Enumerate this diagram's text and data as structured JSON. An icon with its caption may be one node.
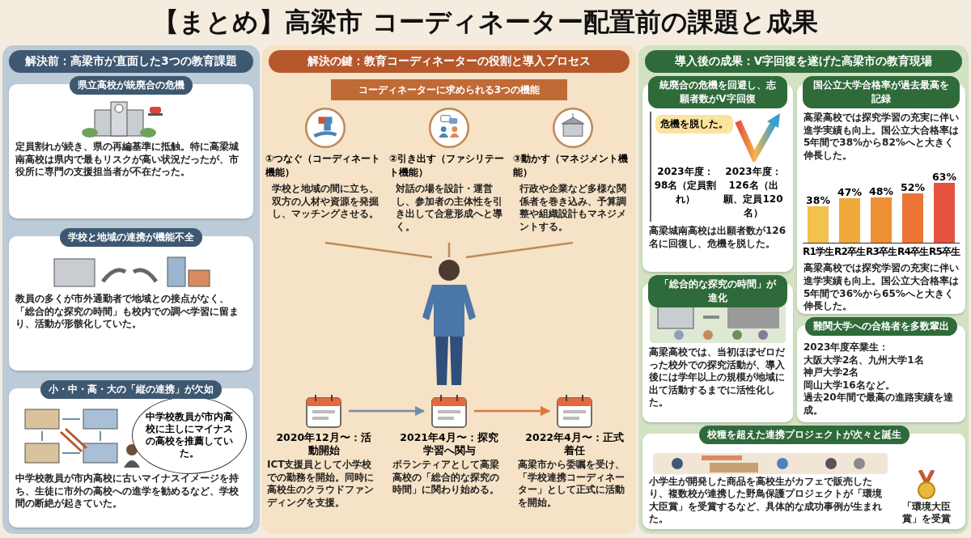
{
  "diagram": {
    "title": "【まとめ】高梁市 コーディネーター配置前の課題と成果",
    "nodes": [
      {
        "text": [
          "解決前：高梁市が直面した3つの教育課題"
        ]
      },
      {
        "text": [
          "県立高校が統廃合の危機",
          "定員割れが続き、県の再編基準に抵触。特に高梁城南高校は県内で最もリスクが高い状況だったが、市役所に専門の支援担当者が不在だった。"
        ],
        "in": 0
      },
      {
        "text": [
          "学校と地域の連携が機能不全",
          "教員の多くが市外通勤者で地域との接点がなく、「総合的な探究の時間」も校内での調べ学習に留まり、活動が形骸化していた。"
        ],
        "in": 0
      },
      {
        "text": [
          "小・中・高・大の「縦の連携」が欠如",
          "中学校教員が市内高校に古いマイナスイメージを持ち、生徒に市外の高校への進学を勧めるなど、学校間の断絶が起きていた。"
        ],
        "in": 0
      },
      {
        "text": [
          "中学校教員が市内高校に主しにマイナスの高校を推薦していた。"
        ],
        "in": 3
      },
      {
        "text": [
          "解決の鍵：教育コーディネーターの役割と導入プロセス"
        ]
      },
      {
        "text": [
          "コーディネーターに求められる3つの機能"
        ],
        "in": 5
      },
      {
        "text": [
          "①つなぐ（コーディネート機能）",
          "学校と地域の間に立ち、双方の人材や資源を発掘し、マッチングさせる。"
        ],
        "in": 5
      },
      {
        "text": [
          "②引き出す（ファシリテート機能）",
          "対話の場を設計・運営し、参加者の主体性を引き出して合意形成へと導く。"
        ],
        "in": 5
      },
      {
        "text": [
          "③動かす（マネジメント機能）",
          "行政や企業など多様な関係者を巻き込み、予算調整や組織設計もマネジメントする。"
        ],
        "in": 5
      },
      {
        "text": [],
        "shape": "person",
        "in": 5
      },
      {
        "text": [
          "2020年12月〜：活動開始",
          "ICT支援員として小学校での勤務を開始。同時に高校生のクラウドファンディングを支援。"
        ],
        "in": 5
      },
      {
        "text": [
          "2021年4月〜：探究学習へ関与",
          "ボランティアとして高梁高校の「総合的な探究の時間」に関わり始める。"
        ],
        "in": 5
      },
      {
        "text": [
          "2022年4月〜：正式着任",
          "高梁市から委嘱を受け、「学校連携コーディネーター」として正式に活動を開始。"
        ],
        "in": 5
      },
      {
        "text": [
          "導入後の成果：V字回復を遂げた高梁市の教育現場"
        ]
      },
      {
        "text": [
          "統廃合の危機を回避し、志願者数がV字回復",
          "危機を脱した。",
          "2023年度：98名（定員割れ）",
          "2023年度：126名（出願、定員120名）",
          "高梁城南高校は出願者数が126名に回復し、危機を脱した。"
        ],
        "in": 14
      },
      {
        "text": [
          "国公立大学合格率が過去最高を記録",
          "高梁高校では探究学習の充実に伴い進学実績も向上。国公立大合格率は5年間で38%から82%へと大きく伸長した。",
          "高梁高校では探究学習の充実に伴い進学実績も向上。国公立大合格率は5年間で36%から65%へと大きく伸長した。"
        ],
        "in": 14
      },
      {
        "text": [
          "「総合的な探究の時間」が進化",
          "高梁高校では、当初ほぼゼロだった校外での探究活動が、導入後には学年以上の規模が地域に出て活動するまでに活性化した。"
        ],
        "in": 14
      },
      {
        "text": [
          "難関大学への合格者を多数輩出",
          "2023年度卒業生：",
          "大阪大学2名、九州大学1名",
          "神戸大学2名",
          "岡山大学16名など。",
          "過去20年間で最高の進路実績を達成。"
        ],
        "in": 14
      },
      {
        "text": [
          "校種を超えた連携プロジェクトが次々と誕生",
          "小学生が開発した商品を高校生がカフェで販売したり、複数校が連携した野鳥保護プロジェクトが「環境大臣賞」を受賞するなど、具体的な成功事例が生まれた。",
          "「環境大臣賞」を受賞"
        ],
        "in": 14
      }
    ],
    "edges": [
      {
        "from": 7,
        "to": 10,
        "arrow": "none"
      },
      {
        "from": 8,
        "to": 10,
        "arrow": "none"
      },
      {
        "from": 9,
        "to": 10,
        "arrow": "none"
      },
      {
        "from": 11,
        "to": 12,
        "arrow": "to",
        "color": "#6f8fa8"
      },
      {
        "from": 12,
        "to": 13,
        "arrow": "to",
        "color": "#d9773a"
      }
    ],
    "chart_data": {
      "type": "bar",
      "categories": [
        "R1学生",
        "R2卒生",
        "R3卒生",
        "R4卒生",
        "R5卒生"
      ],
      "values": [
        38,
        47,
        48,
        52,
        63
      ],
      "value_labels": [
        "38%",
        "47%",
        "48%",
        "52%",
        "63%"
      ]
    }
  }
}
